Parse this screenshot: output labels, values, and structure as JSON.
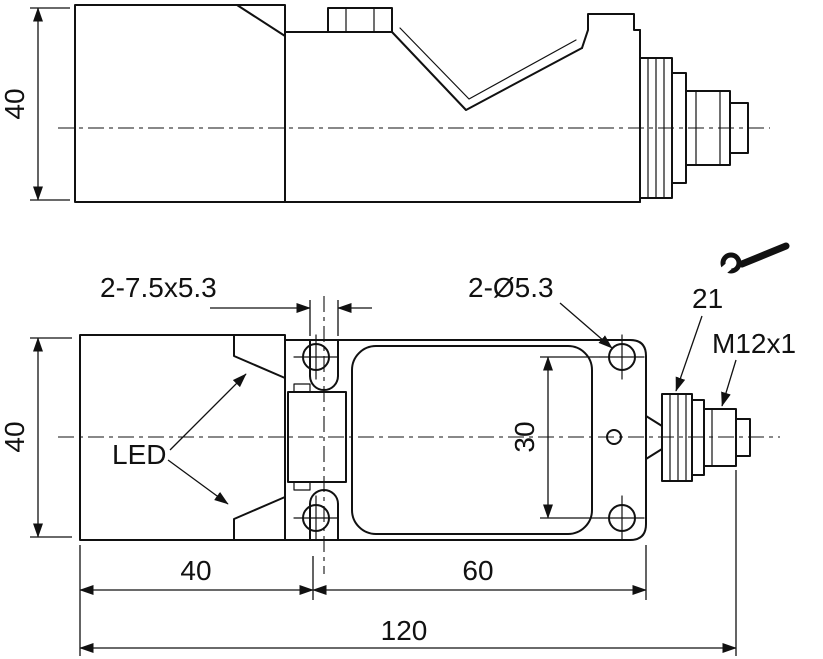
{
  "drawing": {
    "type": "technical-dimension-drawing",
    "subject": "rectangular proximity sensor with M12 connector, side view and plan view",
    "ink_color": "#111111",
    "background_color": "#ffffff",
    "labels": {
      "side_height": "40",
      "plan_height": "40",
      "slot_callout": "2-7.5x5.3",
      "hole_callout": "2-Ø5.3",
      "hex_size": "21",
      "thread_spec": "M12x1",
      "led": "LED",
      "hole_pitch": "30",
      "head_length": "40",
      "body_length": "60",
      "overall_length": "120"
    }
  }
}
